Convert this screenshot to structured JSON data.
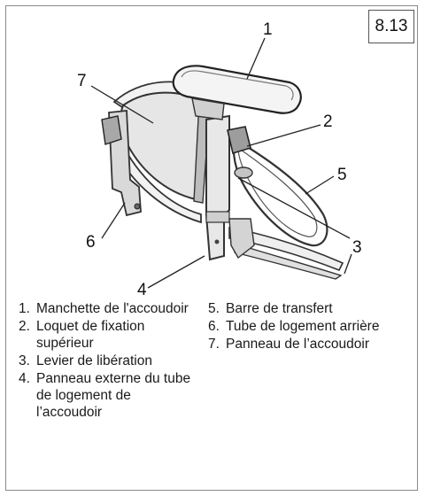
{
  "figure_number": "8.13",
  "callouts": [
    "1",
    "2",
    "3",
    "4",
    "5",
    "6",
    "7"
  ],
  "legend": {
    "left": [
      {
        "number": "1.",
        "text": "Manchette de l'accoudoir"
      },
      {
        "number": "2.",
        "text": "Loquet de fixation supérieur"
      },
      {
        "number": "3.",
        "text": "Levier de libération"
      },
      {
        "number": "4.",
        "text": "Panneau externe du tube de logement de l’accoudoir"
      }
    ],
    "right": [
      {
        "number": "5.",
        "text": "Barre de transfert"
      },
      {
        "number": "6.",
        "text": "Tube de logement arrière"
      },
      {
        "number": "7.",
        "text": "Panneau de l’accoudoir"
      }
    ]
  }
}
